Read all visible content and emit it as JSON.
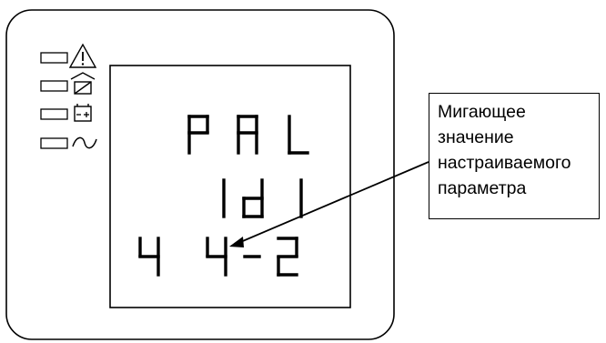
{
  "display": {
    "line1": "PAL",
    "line2": "Id1",
    "line3": "44-2"
  },
  "indicators": [
    {
      "icon": "warning-triangle-icon",
      "lit": false
    },
    {
      "icon": "bypass-icon",
      "lit": false
    },
    {
      "icon": "battery-icon",
      "lit": false
    },
    {
      "icon": "ac-sine-icon",
      "lit": false
    }
  ],
  "callout": {
    "lines": [
      "Мигающее",
      "значение",
      "настраиваемого",
      "параметра"
    ]
  },
  "colors": {
    "stroke": "#000000",
    "background": "#ffffff"
  }
}
